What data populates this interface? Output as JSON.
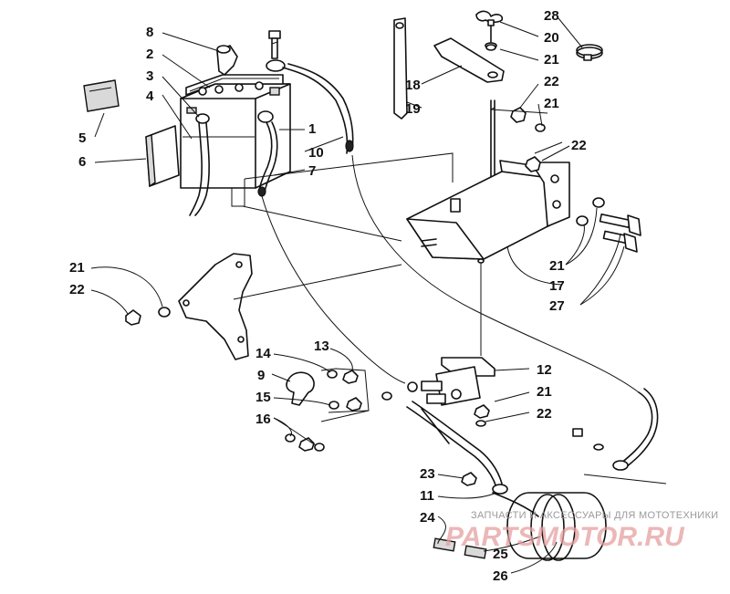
{
  "callouts": {
    "c1": "1",
    "c2": "2",
    "c3": "3",
    "c4": "4",
    "c5": "5",
    "c6": "6",
    "c7": "7",
    "c8": "8",
    "c9": "9",
    "c10": "10",
    "c11": "11",
    "c12": "12",
    "c13": "13",
    "c14": "14",
    "c15": "15",
    "c16": "16",
    "c17": "17",
    "c18": "18",
    "c19": "19",
    "c20": "20",
    "c21a": "21",
    "c21b": "21",
    "c21c": "21",
    "c21d": "21",
    "c21e": "21",
    "c22a": "22",
    "c22b": "22",
    "c22c": "22",
    "c22d": "22",
    "c23": "23",
    "c24": "24",
    "c25": "25",
    "c26": "26",
    "c27": "27",
    "c28": "28"
  },
  "watermark": {
    "tagline": "ЗАПЧАСТИ И АКСЕССУАРЫ ДЛЯ МОТОТЕХНИКИ",
    "logo": "PARTSMOTOR.RU"
  }
}
